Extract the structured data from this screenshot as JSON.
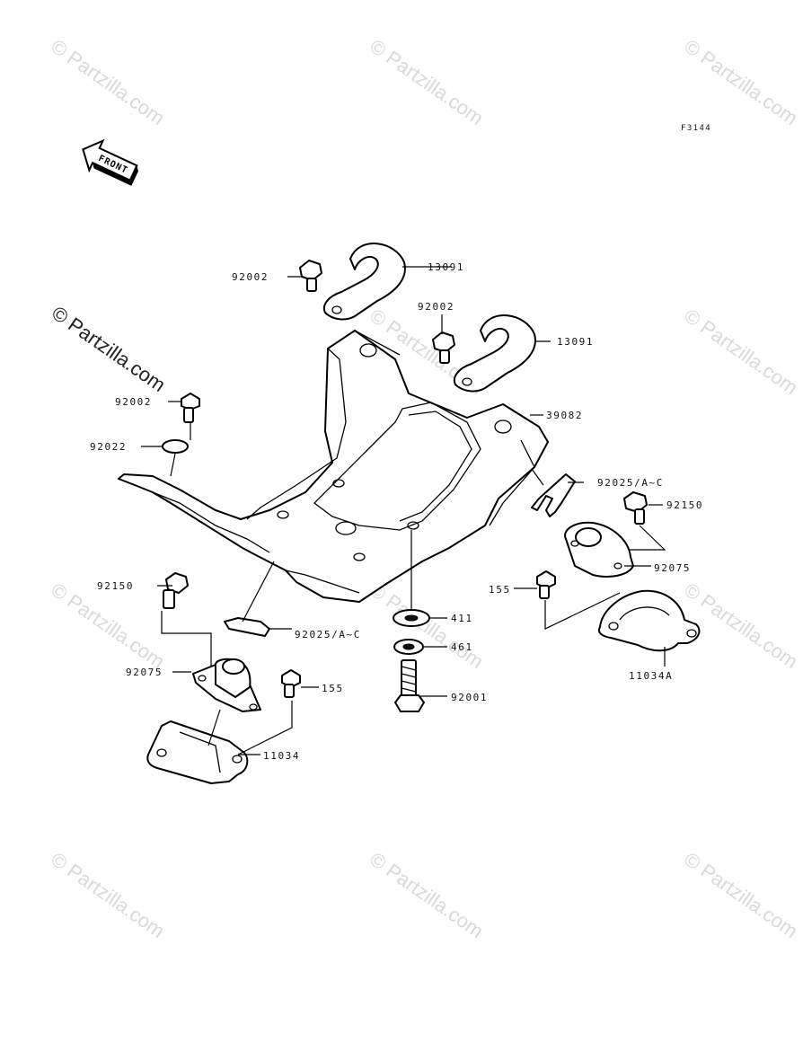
{
  "figure_code": "F3144",
  "front_label": "FRONT",
  "watermark": "© Partzilla.com",
  "parts": {
    "p13091_a": "13091",
    "p13091_b": "13091",
    "p92002_a": "92002",
    "p92002_b": "92002",
    "p92002_c": "92002",
    "p39082": "39082",
    "p92022": "92022",
    "p92025_a": "92025/A~C",
    "p92025_b": "92025/A~C",
    "p92150_a": "92150",
    "p92150_b": "92150",
    "p92075_a": "92075",
    "p92075_b": "92075",
    "p155_a": "155",
    "p155_b": "155",
    "p11034A": "11034A",
    "p11034": "11034",
    "p411": "411",
    "p461": "461",
    "p92001": "92001"
  }
}
